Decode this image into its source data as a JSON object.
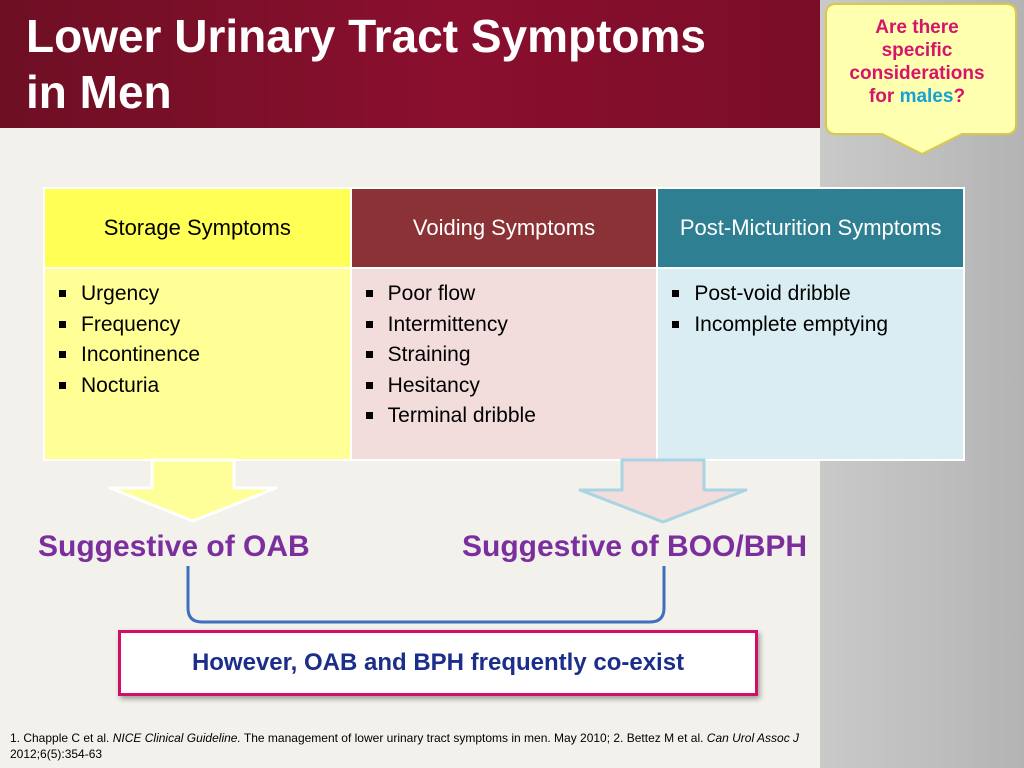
{
  "slide": {
    "title": "Lower Urinary Tract Symptoms\nin Men",
    "callout": {
      "line1": "Are there",
      "line2": "specific",
      "line3": "considerations",
      "for_word": "for",
      "highlight": "males",
      "question_mark": "?",
      "text_color": "#d6146b",
      "highlight_color": "#16a1d6"
    },
    "table": {
      "headers": [
        "Storage Symptoms",
        "Voiding Symptoms",
        "Post-Micturition Symptoms"
      ],
      "storage": [
        "Urgency",
        "Frequency",
        "Incontinence",
        "Nocturia"
      ],
      "voiding": [
        "Poor flow",
        "Intermittency",
        "Straining",
        "Hesitancy",
        "Terminal dribble"
      ],
      "post_micturition": [
        "Post-void dribble",
        "Incomplete emptying"
      ]
    },
    "suggestive_oab": "Suggestive of OAB",
    "suggestive_boo": "Suggestive of BOO/BPH",
    "conclusion": "However, OAB and BPH frequently co-exist",
    "references": {
      "r1_prefix": "1. Chapple C et al. ",
      "r1_italic": "NICE Clinical Guideline.",
      "r1_rest": " The management of lower urinary tract symptoms in men. May 2010; 2. Bettez M et al. ",
      "r2_italic": "Can Urol Assoc J",
      "r2_rest": " 2012;6(5):354-63"
    },
    "colors": {
      "header_bg": "#8a0f2e",
      "storage_header": "#ffff55",
      "voiding_header": "#8b3236",
      "post_header": "#2f7f92",
      "purple_text": "#7b2f9e",
      "conclusion_border": "#d10f64"
    }
  }
}
